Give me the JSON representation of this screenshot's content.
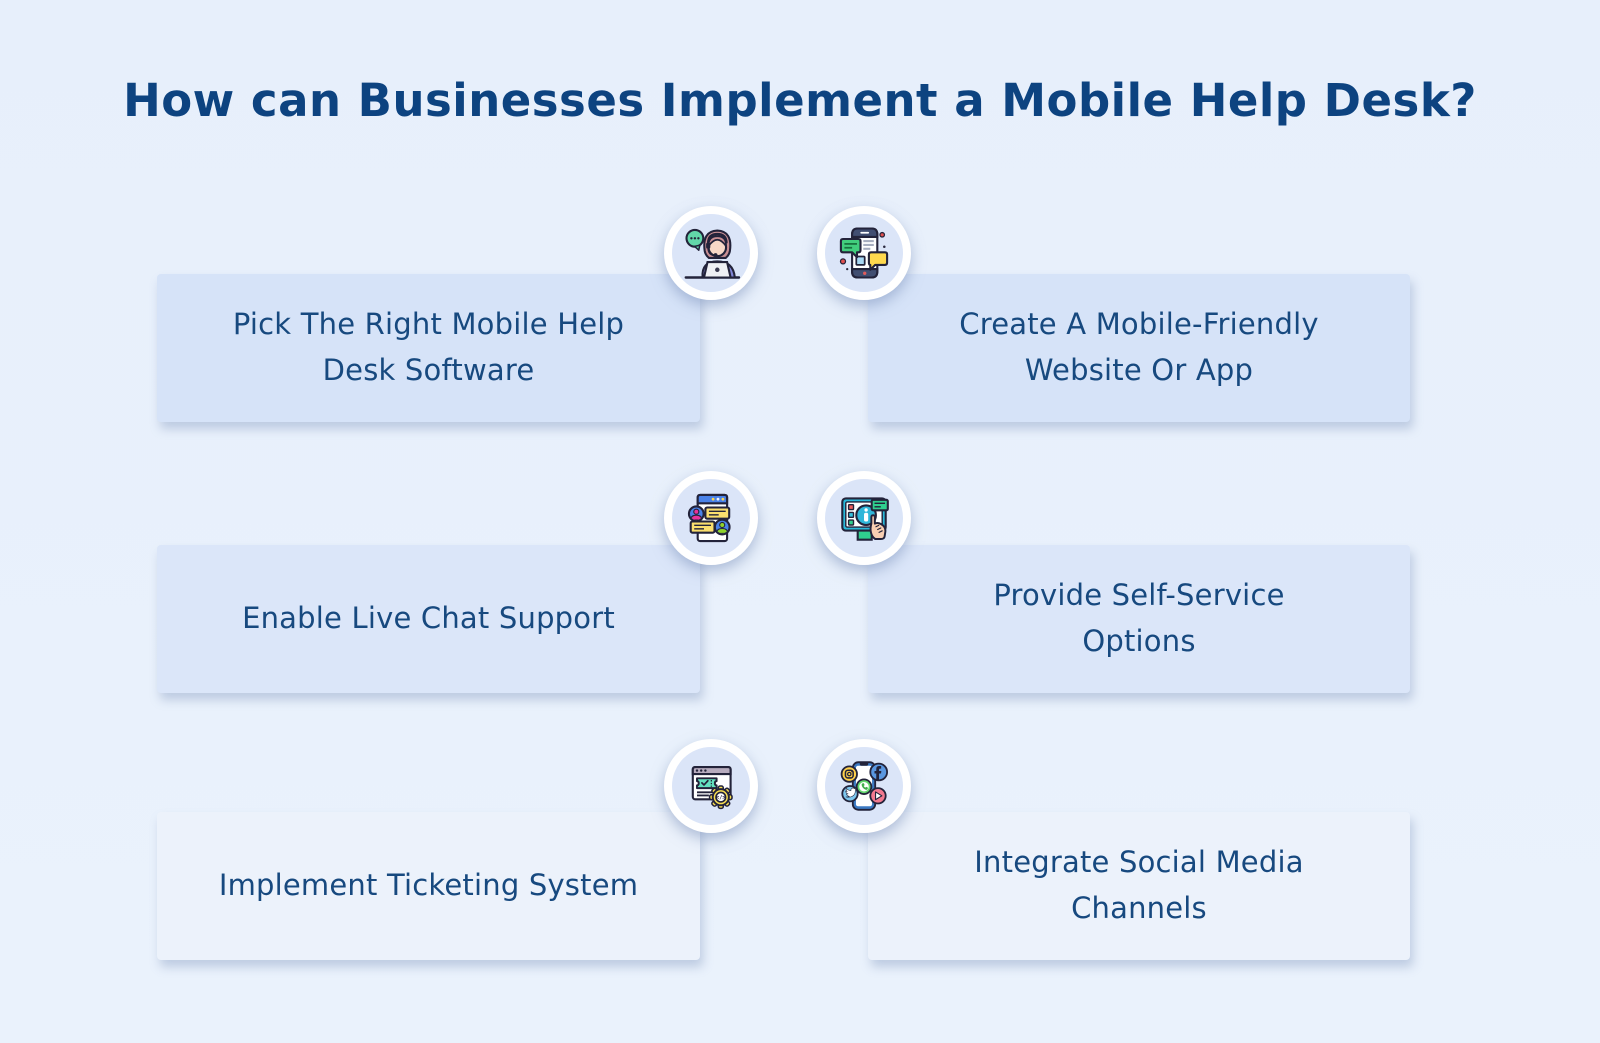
{
  "title": "How can Businesses Implement a Mobile Help Desk?",
  "colors": {
    "background": "#e7effb",
    "title_text": "#0d4380",
    "card_text": "#17497f",
    "card_row1": "#d6e3f8",
    "card_row2": "#dbe6f9",
    "card_row3": "#ecf2fb",
    "circle_fill": "#dbe5f8",
    "circle_ring": "#ffffff",
    "icon_outline": "#23233a",
    "icon_green": "#41ce7d",
    "icon_yellow": "#ffd94e",
    "icon_blue": "#4a82e8",
    "icon_teal": "#2fb6d9",
    "icon_red": "#e0504f"
  },
  "cards": [
    {
      "label": "Pick The Right Mobile Help\nDesk Software",
      "icon": "support-agent-icon"
    },
    {
      "label": "Create A Mobile-Friendly\nWebsite Or App",
      "icon": "mobile-chat-icon"
    },
    {
      "label": "Enable Live Chat Support",
      "icon": "live-chat-window-icon"
    },
    {
      "label": "Provide Self-Service\nOptions",
      "icon": "self-service-info-icon"
    },
    {
      "label": "Implement Ticketing System",
      "icon": "ticketing-system-icon"
    },
    {
      "label": "Integrate Social Media\nChannels",
      "icon": "social-media-icon"
    }
  ]
}
